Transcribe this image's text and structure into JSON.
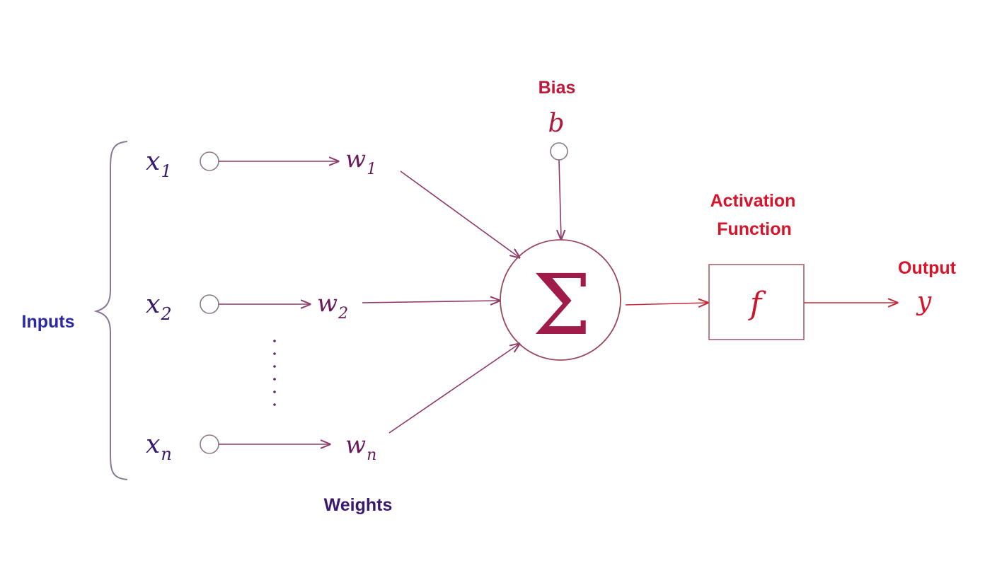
{
  "labels": {
    "inputs": "Inputs",
    "weights": "Weights",
    "bias": "Bias",
    "bias_symbol": "b",
    "activation_line1": "Activation",
    "activation_line2": "Function",
    "activation_symbol": "f",
    "output": "Output",
    "output_symbol": "y",
    "sum_symbol": "Σ"
  },
  "inputs": [
    {
      "base": "x",
      "sub": "1"
    },
    {
      "base": "x",
      "sub": "2"
    },
    {
      "base": "x",
      "sub": "n"
    }
  ],
  "weights": [
    {
      "base": "w",
      "sub": "1"
    },
    {
      "base": "w",
      "sub": "2"
    },
    {
      "base": "w",
      "sub": "n"
    }
  ],
  "colors": {
    "input_text": "#3a1a6e",
    "inputs_label": "#2a2aa8",
    "edge": "#8e3a6a",
    "node": "#9a4a5a",
    "red_label": "#d8142a",
    "sum": "#a01a4a"
  }
}
